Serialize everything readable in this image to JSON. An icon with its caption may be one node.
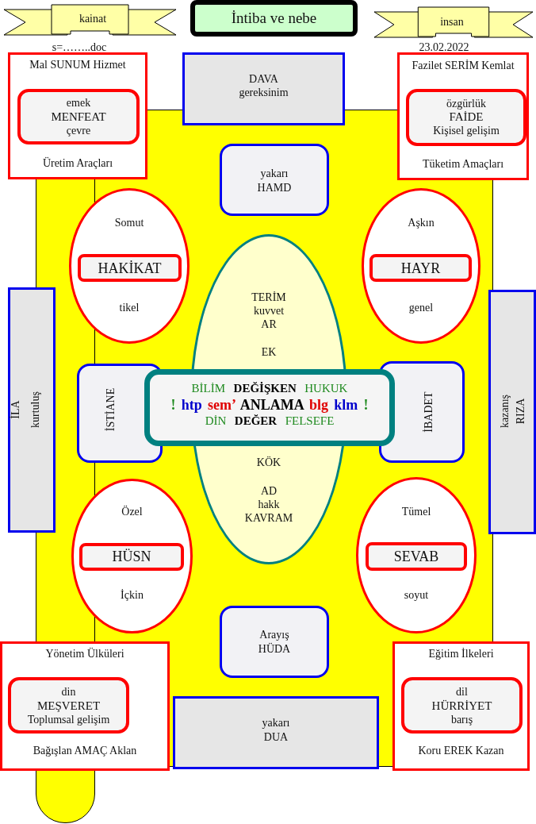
{
  "diagram": {
    "title": "İntiba ve nebe",
    "nodes": [
      {
        "text": [
          "kainat"
        ]
      },
      {
        "text": [
          "insan"
        ]
      },
      {
        "text": [
          "Mal SUNUM Hizmet",
          "Üretim Araçları"
        ]
      },
      {
        "text": [
          "emek",
          "MENFEAT",
          "çevre"
        ],
        "in": 2
      },
      {
        "text": [
          "DAVA",
          "gereksinim"
        ]
      },
      {
        "text": [
          "Fazilet SERİM Kemlat",
          "Tüketim Amaçları"
        ]
      },
      {
        "text": [
          "özgürlük",
          "FAİDE",
          "Kişisel gelişim"
        ],
        "in": 5
      },
      {
        "text": [
          "yakarı",
          "HAMD"
        ]
      },
      {
        "text": [
          "Somut",
          "tikel"
        ]
      },
      {
        "text": [
          "HAKİKAT"
        ],
        "in": 8
      },
      {
        "text": [
          "Aşkın",
          "genel"
        ]
      },
      {
        "text": [
          "HAYR"
        ],
        "in": 10
      },
      {
        "text": [
          "TERİM",
          "kuvvet",
          "AR",
          "EK",
          "KÖK",
          "AD",
          "hakk",
          "KAVRAM"
        ]
      },
      {
        "text": [
          "İLA",
          "kurtuluş"
        ]
      },
      {
        "text": [
          "kazanış",
          "RIZA"
        ]
      },
      {
        "text": [
          "İSTİANE"
        ]
      },
      {
        "text": [
          "BİLİM DEĞİŞKEN HUKUK",
          "! htp sem’ ANLAMA blg klm !",
          "DİN DEĞER FELSEFE"
        ]
      },
      {
        "text": [
          "İBADET"
        ]
      },
      {
        "text": [
          "Özel",
          "İçkin"
        ]
      },
      {
        "text": [
          "HÜSN"
        ],
        "in": 18
      },
      {
        "text": [
          "Tümel",
          "soyut"
        ]
      },
      {
        "text": [
          "SEVAB"
        ],
        "in": 20
      },
      {
        "text": [
          "Arayış",
          "HÜDA"
        ]
      },
      {
        "text": [
          "Yönetim Ülküleri",
          "Bağışlan AMAÇ Aklan"
        ]
      },
      {
        "text": [
          "din",
          "MEŞVERET",
          "Toplumsal gelişim"
        ],
        "in": 23
      },
      {
        "text": [
          "yakarı",
          "DUA"
        ]
      },
      {
        "text": [
          "Eğitim İlkeleri",
          "Koru EREK Kazan"
        ]
      },
      {
        "text": [
          "dil",
          "HÜRRİYET",
          "barış"
        ],
        "in": 26
      }
    ],
    "labels": [
      "s=……..doc",
      "23.02.2022"
    ]
  }
}
